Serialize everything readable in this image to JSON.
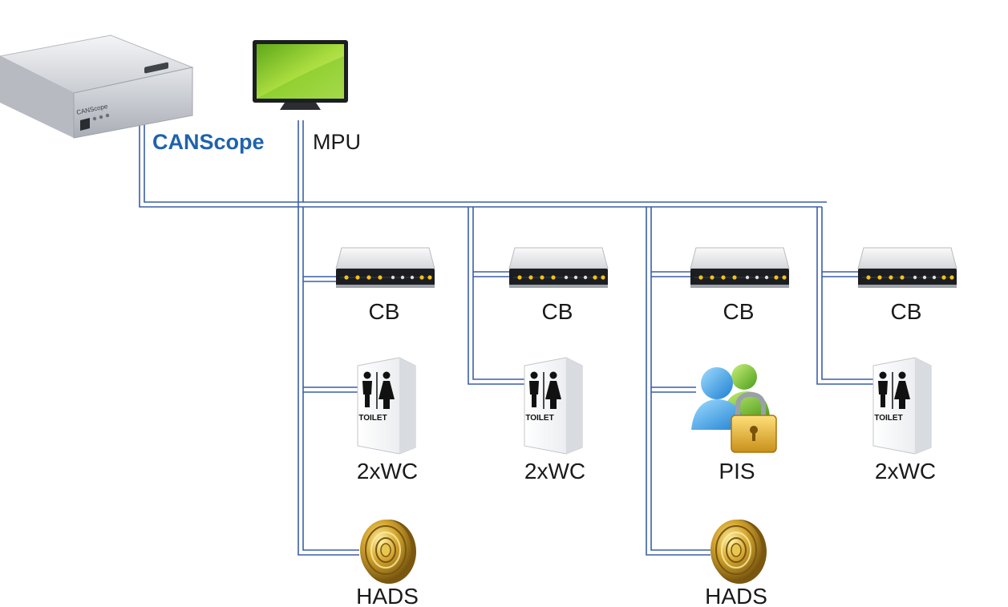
{
  "labels": {
    "canscope": "CANScope",
    "mpu": "MPU",
    "cb": "CB",
    "wc": "2xWC",
    "pis": "PIS",
    "hads": "HADS"
  },
  "device_text": {
    "brand": "CANScope"
  },
  "nodes": [
    {
      "id": "canscope-analyzer",
      "icon": "canscope-analyzer-icon",
      "label_key": "canscope"
    },
    {
      "id": "mpu-monitor",
      "icon": "monitor-icon",
      "label_key": "mpu"
    },
    {
      "id": "cb-1",
      "icon": "network-switch-icon",
      "label_key": "cb"
    },
    {
      "id": "cb-2",
      "icon": "network-switch-icon",
      "label_key": "cb"
    },
    {
      "id": "cb-3",
      "icon": "network-switch-icon",
      "label_key": "cb"
    },
    {
      "id": "cb-4",
      "icon": "network-switch-icon",
      "label_key": "cb"
    },
    {
      "id": "wc-1",
      "icon": "toilet-sign-icon",
      "label_key": "wc"
    },
    {
      "id": "wc-2",
      "icon": "toilet-sign-icon",
      "label_key": "wc"
    },
    {
      "id": "wc-4",
      "icon": "toilet-sign-icon",
      "label_key": "wc"
    },
    {
      "id": "pis-1",
      "icon": "users-lock-icon",
      "label_key": "pis"
    },
    {
      "id": "hads-1",
      "icon": "brass-sensor-icon",
      "label_key": "hads"
    },
    {
      "id": "hads-3",
      "icon": "brass-sensor-icon",
      "label_key": "hads"
    }
  ],
  "toilet_sign_text": "TOILET",
  "colors": {
    "bus_line": "#3a5fa8",
    "brand_text": "#1e63ad",
    "label_text": "#1a1a1a",
    "monitor_green": "#8ccf2a",
    "brass": "#b88a22"
  }
}
